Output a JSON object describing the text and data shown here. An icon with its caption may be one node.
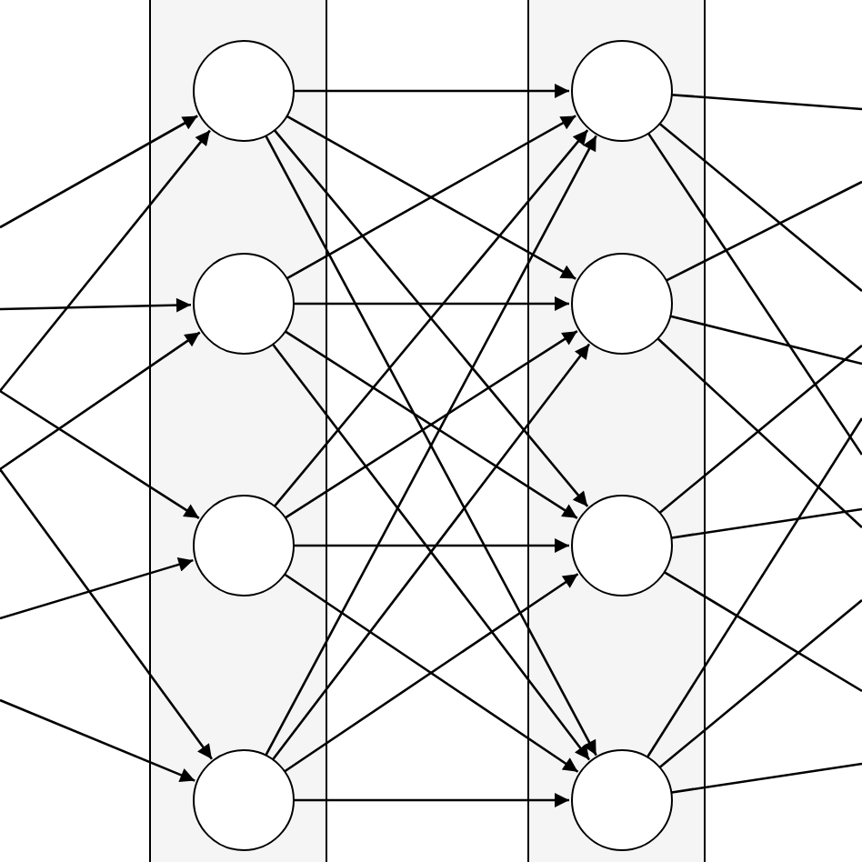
{
  "diagram": {
    "nodes": [
      {
        "text": [],
        "shape": "box"
      },
      {
        "text": [],
        "shape": "circle",
        "in": 0
      },
      {
        "text": [],
        "shape": "circle",
        "in": 0
      },
      {
        "text": [],
        "shape": "circle",
        "in": 0
      },
      {
        "text": [],
        "shape": "circle",
        "in": 0
      },
      {
        "text": [],
        "shape": "box"
      },
      {
        "text": [],
        "shape": "circle",
        "in": 5
      },
      {
        "text": [],
        "shape": "circle",
        "in": 5
      },
      {
        "text": [],
        "shape": "circle",
        "in": 5
      },
      {
        "text": [],
        "shape": "circle",
        "in": 5
      }
    ],
    "edges": [
      {
        "from": null,
        "to": 1,
        "arrow": "to"
      },
      {
        "from": null,
        "to": 1,
        "arrow": "to"
      },
      {
        "from": null,
        "to": 2,
        "arrow": "to"
      },
      {
        "from": null,
        "to": 2,
        "arrow": "to"
      },
      {
        "from": null,
        "to": 3,
        "arrow": "to"
      },
      {
        "from": null,
        "to": 3,
        "arrow": "to"
      },
      {
        "from": null,
        "to": 4,
        "arrow": "to"
      },
      {
        "from": null,
        "to": 4,
        "arrow": "to"
      },
      {
        "from": 1,
        "to": 6,
        "arrow": "to"
      },
      {
        "from": 1,
        "to": 7,
        "arrow": "to"
      },
      {
        "from": 1,
        "to": 8,
        "arrow": "to"
      },
      {
        "from": 1,
        "to": 9,
        "arrow": "to"
      },
      {
        "from": 2,
        "to": 6,
        "arrow": "to"
      },
      {
        "from": 2,
        "to": 7,
        "arrow": "to"
      },
      {
        "from": 2,
        "to": 8,
        "arrow": "to"
      },
      {
        "from": 2,
        "to": 9,
        "arrow": "to"
      },
      {
        "from": 3,
        "to": 6,
        "arrow": "to"
      },
      {
        "from": 3,
        "to": 7,
        "arrow": "to"
      },
      {
        "from": 3,
        "to": 8,
        "arrow": "to"
      },
      {
        "from": 3,
        "to": 9,
        "arrow": "to"
      },
      {
        "from": 4,
        "to": 6,
        "arrow": "to"
      },
      {
        "from": 4,
        "to": 7,
        "arrow": "to"
      },
      {
        "from": 4,
        "to": 8,
        "arrow": "to"
      },
      {
        "from": 4,
        "to": 9,
        "arrow": "to"
      },
      {
        "from": 6,
        "to": null,
        "arrow": "none"
      },
      {
        "from": 6,
        "to": null,
        "arrow": "none"
      },
      {
        "from": 6,
        "to": null,
        "arrow": "none"
      },
      {
        "from": 7,
        "to": null,
        "arrow": "none"
      },
      {
        "from": 7,
        "to": null,
        "arrow": "none"
      },
      {
        "from": 7,
        "to": null,
        "arrow": "none"
      },
      {
        "from": 8,
        "to": null,
        "arrow": "none"
      },
      {
        "from": 8,
        "to": null,
        "arrow": "none"
      },
      {
        "from": 8,
        "to": null,
        "arrow": "none"
      },
      {
        "from": 9,
        "to": null,
        "arrow": "none"
      },
      {
        "from": 9,
        "to": null,
        "arrow": "none"
      },
      {
        "from": 9,
        "to": null,
        "arrow": "none"
      }
    ]
  }
}
